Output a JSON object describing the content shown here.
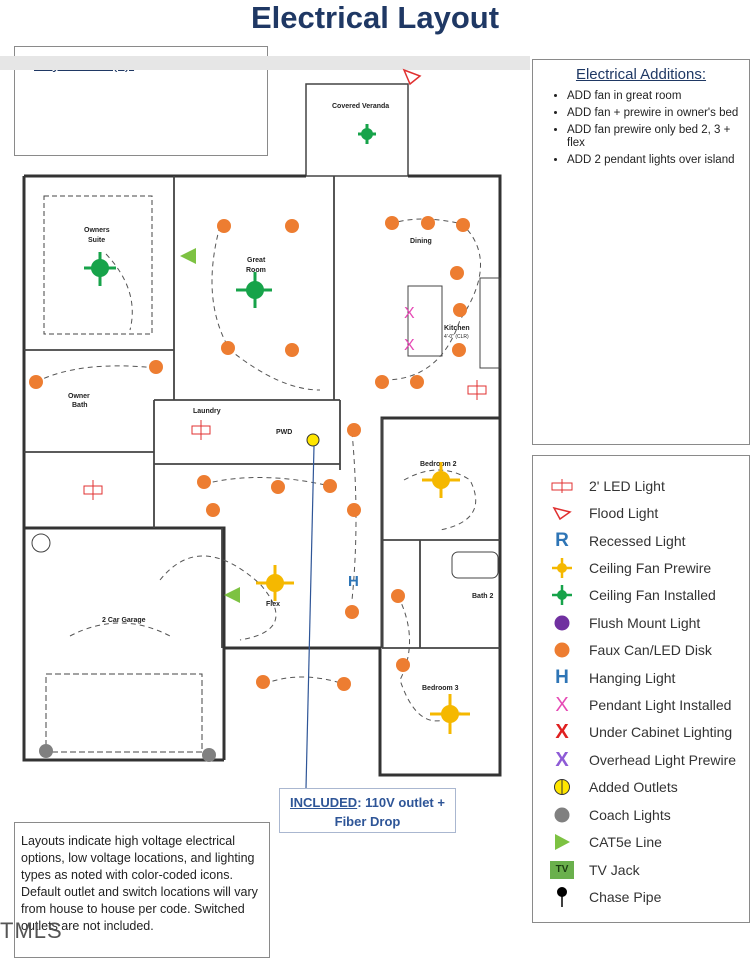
{
  "title": "Electrical Layout",
  "buyer_box": {
    "label": "Buyer Initial(s):"
  },
  "additions": {
    "title": "Electrical Additions:",
    "items": [
      "ADD fan in great room",
      "ADD fan + prewire in owner's bed",
      "ADD fan prewire only bed 2, 3 + flex",
      "ADD 2 pendant lights over island"
    ]
  },
  "legend": [
    {
      "label": "2' LED Light",
      "icon": "led-light-icon",
      "color": "#e03030"
    },
    {
      "label": "Flood Light",
      "icon": "flood-light-icon",
      "color": "#e03030"
    },
    {
      "label": "Recessed Light",
      "icon": "recessed-light-icon",
      "color": "#2e75b6"
    },
    {
      "label": "Ceiling Fan Prewire",
      "icon": "ceiling-fan-prewire-icon",
      "color": "#f5b800"
    },
    {
      "label": "Ceiling Fan Installed",
      "icon": "ceiling-fan-installed-icon",
      "color": "#17a34a"
    },
    {
      "label": "Flush Mount Light",
      "icon": "flush-mount-light-icon",
      "color": "#7030a0"
    },
    {
      "label": "Faux Can/LED Disk",
      "icon": "faux-can-icon",
      "color": "#ed7d31"
    },
    {
      "label": "Hanging Light",
      "icon": "hanging-light-icon",
      "color": "#2e75b6"
    },
    {
      "label": "Pendant Light Installed",
      "icon": "pendant-light-icon",
      "color": "#e64ab5"
    },
    {
      "label": "Under Cabinet Lighting",
      "icon": "under-cabinet-icon",
      "color": "#e02020"
    },
    {
      "label": "Overhead Light Prewire",
      "icon": "overhead-prewire-icon",
      "color": "#8e5bd6"
    },
    {
      "label": "Added Outlets",
      "icon": "added-outlet-icon",
      "color": "#ffe600"
    },
    {
      "label": "Coach Lights",
      "icon": "coach-light-icon",
      "color": "#808080"
    },
    {
      "label": "CAT5e Line",
      "icon": "cat5e-icon",
      "color": "#7dc242"
    },
    {
      "label": "TV Jack",
      "icon": "tv-jack-icon",
      "color": "#6ab04c"
    },
    {
      "label": "Chase Pipe",
      "icon": "chase-pipe-icon",
      "color": "#000000"
    }
  ],
  "legend_symbols": {
    "recessed": "R",
    "hanging": "H",
    "pendant": "X",
    "under_cabinet": "X",
    "overhead": "X",
    "tv": "TV"
  },
  "plan": {
    "rooms": {
      "covered_veranda": "Covered Veranda",
      "owners_suite_1": "Owners",
      "owners_suite_2": "Suite",
      "great_room_1": "Great",
      "great_room_2": "Room",
      "dining": "Dining",
      "kitchen": "Kitchen",
      "kitchen_dim": "4'-0\" (CLR)",
      "laundry": "Laundry",
      "pwd": "PWD",
      "owner_bath_1": "Owner",
      "owner_bath_2": "Bath",
      "bedroom_2": "Bedroom 2",
      "flex": "Flex",
      "garage": "2 Car Garage",
      "bath_2": "Bath 2",
      "bedroom_3": "Bedroom 3"
    },
    "hanging_symbol": "H",
    "pendant_symbol": "X"
  },
  "included_callout": {
    "bold": "INCLUDED",
    "rest": ": 110V outlet +",
    "line2": "Fiber Drop"
  },
  "note": "Layouts indicate high voltage electrical options, low voltage locations, and lighting types as noted with color-coded icons. Default outlet and switch locations will vary from house to house per code. Switched outlets are not included.",
  "watermark": "TMLS"
}
